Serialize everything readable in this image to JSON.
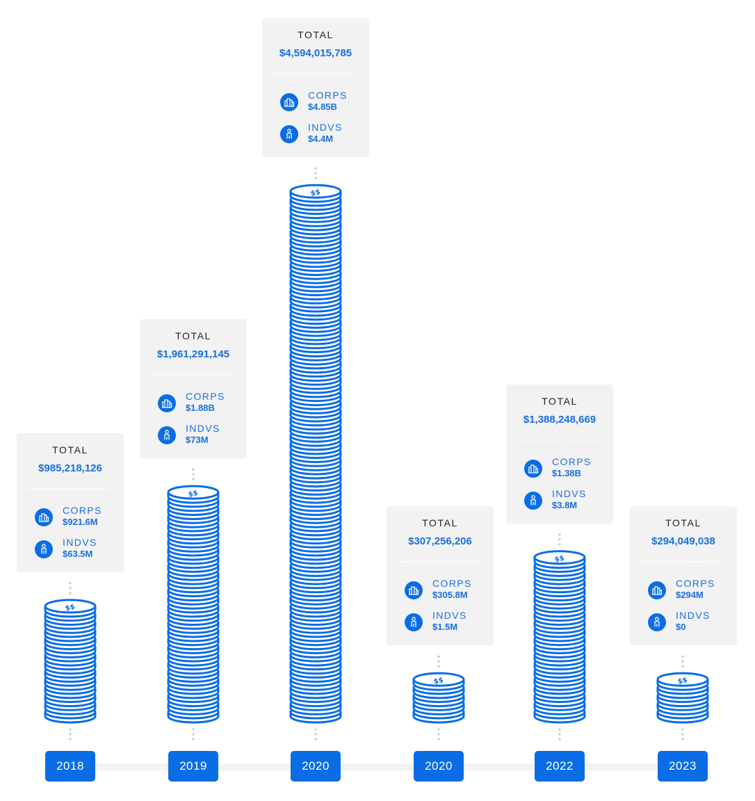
{
  "chart_data": {
    "type": "bar",
    "categories": [
      "2018",
      "2019",
      "2020",
      "2020",
      "2022",
      "2023"
    ],
    "series": [
      {
        "name": "TOTAL",
        "values": [
          985218126,
          1961291145,
          4594015785,
          307256206,
          1388248669,
          294049038
        ]
      }
    ],
    "labels": {
      "total_label": "TOTAL",
      "corps_label": "CORPS",
      "indvs_label": "INDVS"
    },
    "years": [
      {
        "year": "2018",
        "total": "$985,218,126",
        "corps": "$921.6M",
        "indvs": "$63.5M",
        "coins": 14
      },
      {
        "year": "2019",
        "total": "$1,961,291,145",
        "corps": "$1.88B",
        "indvs": "$73M",
        "coins": 28
      },
      {
        "year": "2020",
        "total": "$4,594,015,785",
        "corps": "$4.85B",
        "indvs": "$4.4M",
        "coins": 65
      },
      {
        "year": "2020",
        "total": "$307,256,206",
        "corps": "$305.8M",
        "indvs": "$1.5M",
        "coins": 5
      },
      {
        "year": "2022",
        "total": "$1,388,248,669",
        "corps": "$1.38B",
        "indvs": "$3.8M",
        "coins": 20
      },
      {
        "year": "2023",
        "total": "$294,049,038",
        "corps": "$294M",
        "indvs": "$0",
        "coins": 5
      }
    ]
  },
  "colors": {
    "accent": "#0a6de6",
    "accent_text": "#1a6fe0",
    "card_bg": "#f2f2f2"
  },
  "icons": {
    "corps": "building-icon",
    "indvs": "person-icon",
    "coin": "dollar-coin-icon"
  }
}
